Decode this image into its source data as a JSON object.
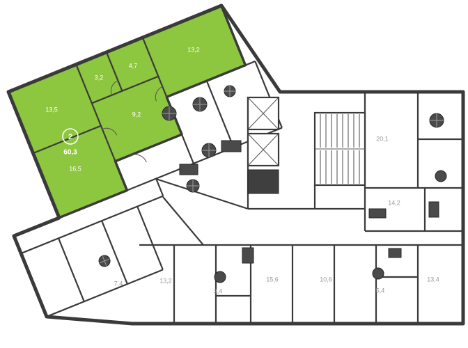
{
  "floor_plan": {
    "colors": {
      "highlight": "#8dc63f",
      "walls": "#3a3a3a",
      "furniture": "#4a4a4a",
      "label_muted": "#9a9a9a",
      "label_on_highlight": "#ffffff"
    },
    "highlighted_apartment": {
      "rooms_count": "2",
      "total_area": "60,3",
      "room_areas": {
        "r1": "13,5",
        "r2": "16,5",
        "r3": "9,2",
        "r4": "3,2",
        "r5": "4,7",
        "r6": "13,2"
      }
    },
    "neighbor_areas": {
      "n1": "20,1",
      "n2": "14,2",
      "n3": "13,4",
      "n4": "10,6",
      "n5": "15,6",
      "n6": "13,2",
      "n7": "7,4",
      "n8": "3,4",
      "n9": "5,4"
    }
  }
}
